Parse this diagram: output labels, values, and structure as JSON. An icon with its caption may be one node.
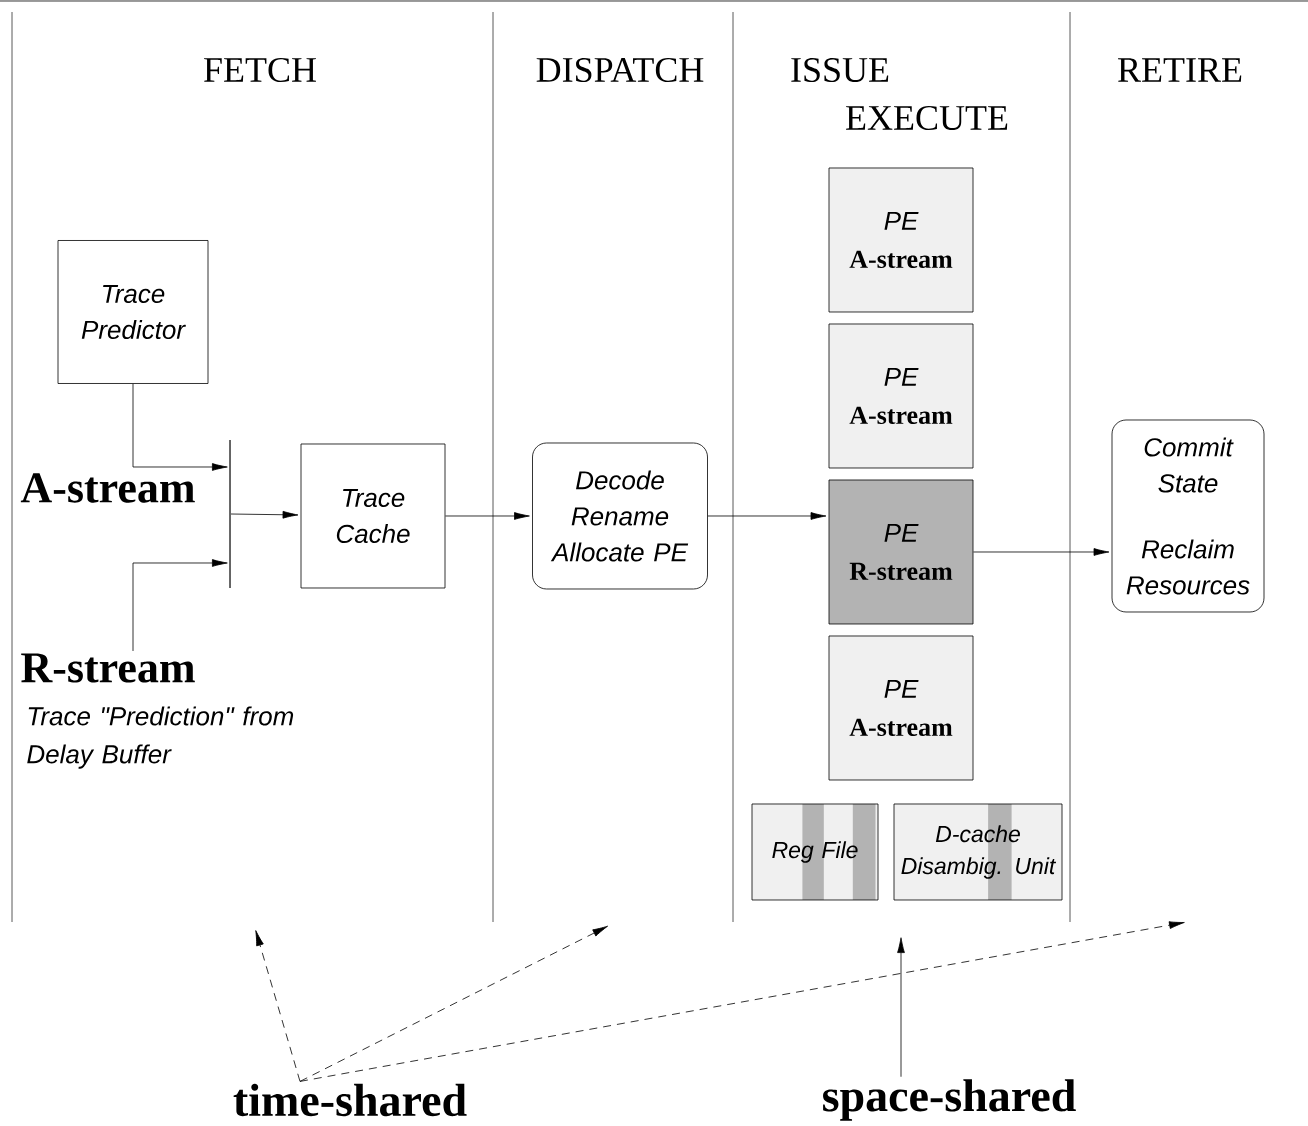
{
  "diagram": {
    "nodes": [
      {
        "text": [
          "Trace Predictor"
        ]
      },
      {
        "text": [
          "R-stream"
        ],
        "beside": [
          "Trace \"Prediction\" from Delay Buffer"
        ]
      },
      {
        "text": [],
        "shape": "bar"
      },
      {
        "text": [
          "Trace Cache"
        ]
      },
      {
        "text": [
          "Decode Rename Allocate PE"
        ]
      },
      {
        "text": [
          "PE",
          "A-stream"
        ]
      },
      {
        "text": [
          "PE",
          "A-stream"
        ]
      },
      {
        "text": [
          "PE",
          "R-stream"
        ]
      },
      {
        "text": [
          "PE",
          "A-stream"
        ]
      },
      {
        "text": [
          "Reg File"
        ]
      },
      {
        "text": [
          "D-cache Disambig. Unit"
        ]
      },
      {
        "text": [
          "Commit State",
          "Reclaim Resources"
        ]
      },
      {
        "text": [
          "time-shared"
        ]
      },
      {
        "text": [
          "space-shared"
        ]
      }
    ],
    "edges": [
      {
        "from": 0,
        "to": 2,
        "arrow": "to"
      },
      {
        "from": 1,
        "to": 2,
        "arrow": "to"
      },
      {
        "from": 2,
        "to": 3,
        "arrow": "to"
      },
      {
        "from": 3,
        "to": 4,
        "arrow": "to"
      },
      {
        "from": 4,
        "to": 7,
        "arrow": "to"
      },
      {
        "from": 7,
        "to": 11,
        "arrow": "to"
      },
      {
        "from": 12,
        "to": null,
        "arrow": "to",
        "style": "dashed"
      },
      {
        "from": 12,
        "to": null,
        "arrow": "to",
        "style": "dashed"
      },
      {
        "from": 12,
        "to": null,
        "arrow": "to",
        "style": "dashed"
      },
      {
        "from": 13,
        "to": null,
        "arrow": "to"
      }
    ],
    "labels": [
      "FETCH",
      "DISPATCH",
      "ISSUE",
      "RETIRE",
      "EXECUTE",
      "A-stream"
    ]
  }
}
